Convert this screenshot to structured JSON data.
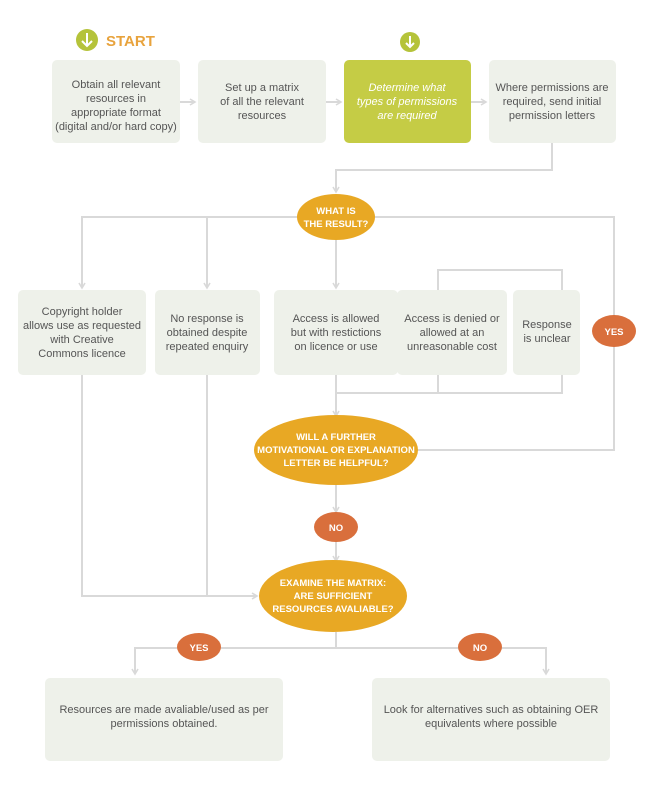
{
  "start_label": "START",
  "steps": [
    [
      "Obtain all relevant",
      "resources    in",
      "appropriate  format",
      "(digital and/or hard copy)"
    ],
    [
      "Set up a matrix",
      "of all the relevant",
      "resources"
    ],
    [
      "Determine what",
      "types of permissions",
      "are required"
    ],
    [
      "Where permissions are",
      "required, send initial",
      "permission letters"
    ]
  ],
  "result_question": [
    "WHAT IS",
    "THE RESULT?"
  ],
  "outcomes": [
    [
      "Copyright holder",
      "allows use as requested",
      "with Creative",
      "Commons licence"
    ],
    [
      "No response is",
      "obtained despite",
      "repeated enquiry"
    ],
    [
      "Access is allowed",
      "but with restictions",
      "on licence or use"
    ],
    [
      "Access is denied or",
      "allowed at an",
      "unreasonable cost"
    ],
    [
      "Response",
      "is unclear"
    ]
  ],
  "further_question": [
    "WILL A FURTHER",
    "MOTIVATIONAL OR EXPLANATION",
    "LETTER BE HELPFUL?"
  ],
  "examine_question": [
    "EXAMINE THE MATRIX:",
    "ARE SUFFICIENT",
    "RESOURCES AVALIABLE?"
  ],
  "yes_label": "YES",
  "no_label": "NO",
  "final_yes": [
    "Resources are made avaliable/used as per",
    "permissions obtained."
  ],
  "final_no": [
    "Look for alternatives such as obtaining OER",
    "equivalents where possible"
  ],
  "colors": {
    "box": "#eef1ea",
    "highlight": "#c5cc45",
    "oval_yellow": "#e8a824",
    "oval_orange": "#d96f3c",
    "start_icon": "#b5c33a",
    "connector": "#d9d9d9",
    "text": "#555555"
  }
}
